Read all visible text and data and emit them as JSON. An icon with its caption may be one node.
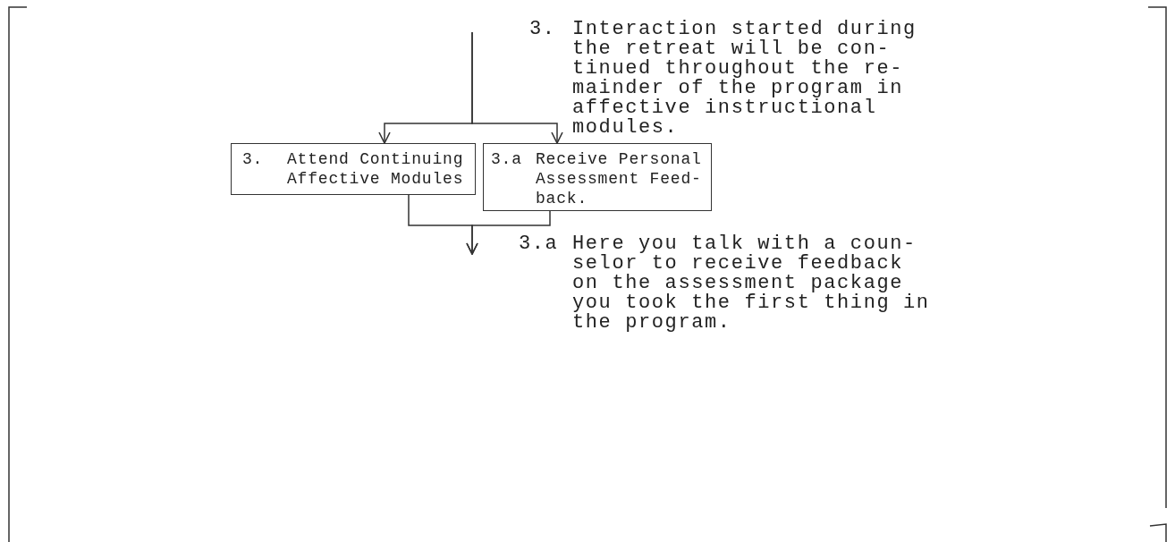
{
  "diagram": {
    "nodes": [
      {
        "text": [
          "3.",
          "Attend Continuing Affective Modules"
        ]
      },
      {
        "text": [
          "3.a",
          "Receive Personal Assessment Feed- back."
        ]
      }
    ],
    "edges": [
      {
        "from": null,
        "to": 0,
        "arrow": "to"
      },
      {
        "from": null,
        "to": 1,
        "arrow": "to"
      },
      {
        "from": 0,
        "to": null,
        "arrow": "to"
      },
      {
        "from": 1,
        "to": null,
        "arrow": "to"
      }
    ],
    "labels": [
      "3.",
      "Interaction started during the retreat will be con- tinued throughout the re- mainder of the program in affective instructional modules.",
      "3.a",
      "Here you talk with a coun- selor to receive feedback on the assessment package you took the first thing in the program."
    ]
  }
}
